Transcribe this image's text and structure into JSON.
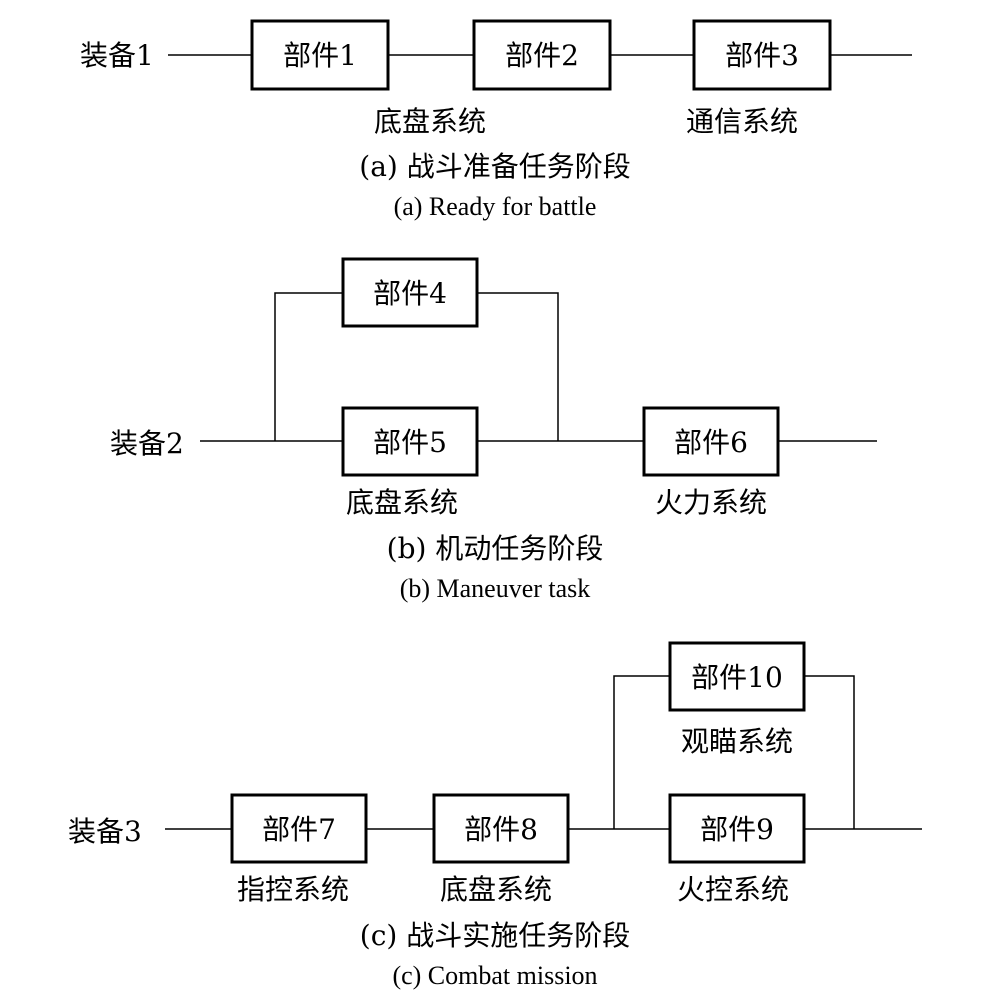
{
  "panel_a": {
    "equipment": "装备1",
    "parts": [
      "部件1",
      "部件2",
      "部件3"
    ],
    "systems": [
      "底盘系统",
      "通信系统"
    ],
    "caption_zh": "(a) 战斗准备任务阶段",
    "caption_en": "(a) Ready for battle"
  },
  "panel_b": {
    "equipment": "装备2",
    "parts": [
      "部件4",
      "部件5",
      "部件6"
    ],
    "systems": [
      "底盘系统",
      "火力系统"
    ],
    "caption_zh": "(b) 机动任务阶段",
    "caption_en": "(b) Maneuver task"
  },
  "panel_c": {
    "equipment": "装备3",
    "parts": [
      "部件7",
      "部件8",
      "部件10",
      "部件9"
    ],
    "systems": [
      "指控系统",
      "底盘系统",
      "观瞄系统",
      "火控系统"
    ],
    "caption_zh": "(c) 战斗实施任务阶段",
    "caption_en": "(c) Combat mission"
  }
}
